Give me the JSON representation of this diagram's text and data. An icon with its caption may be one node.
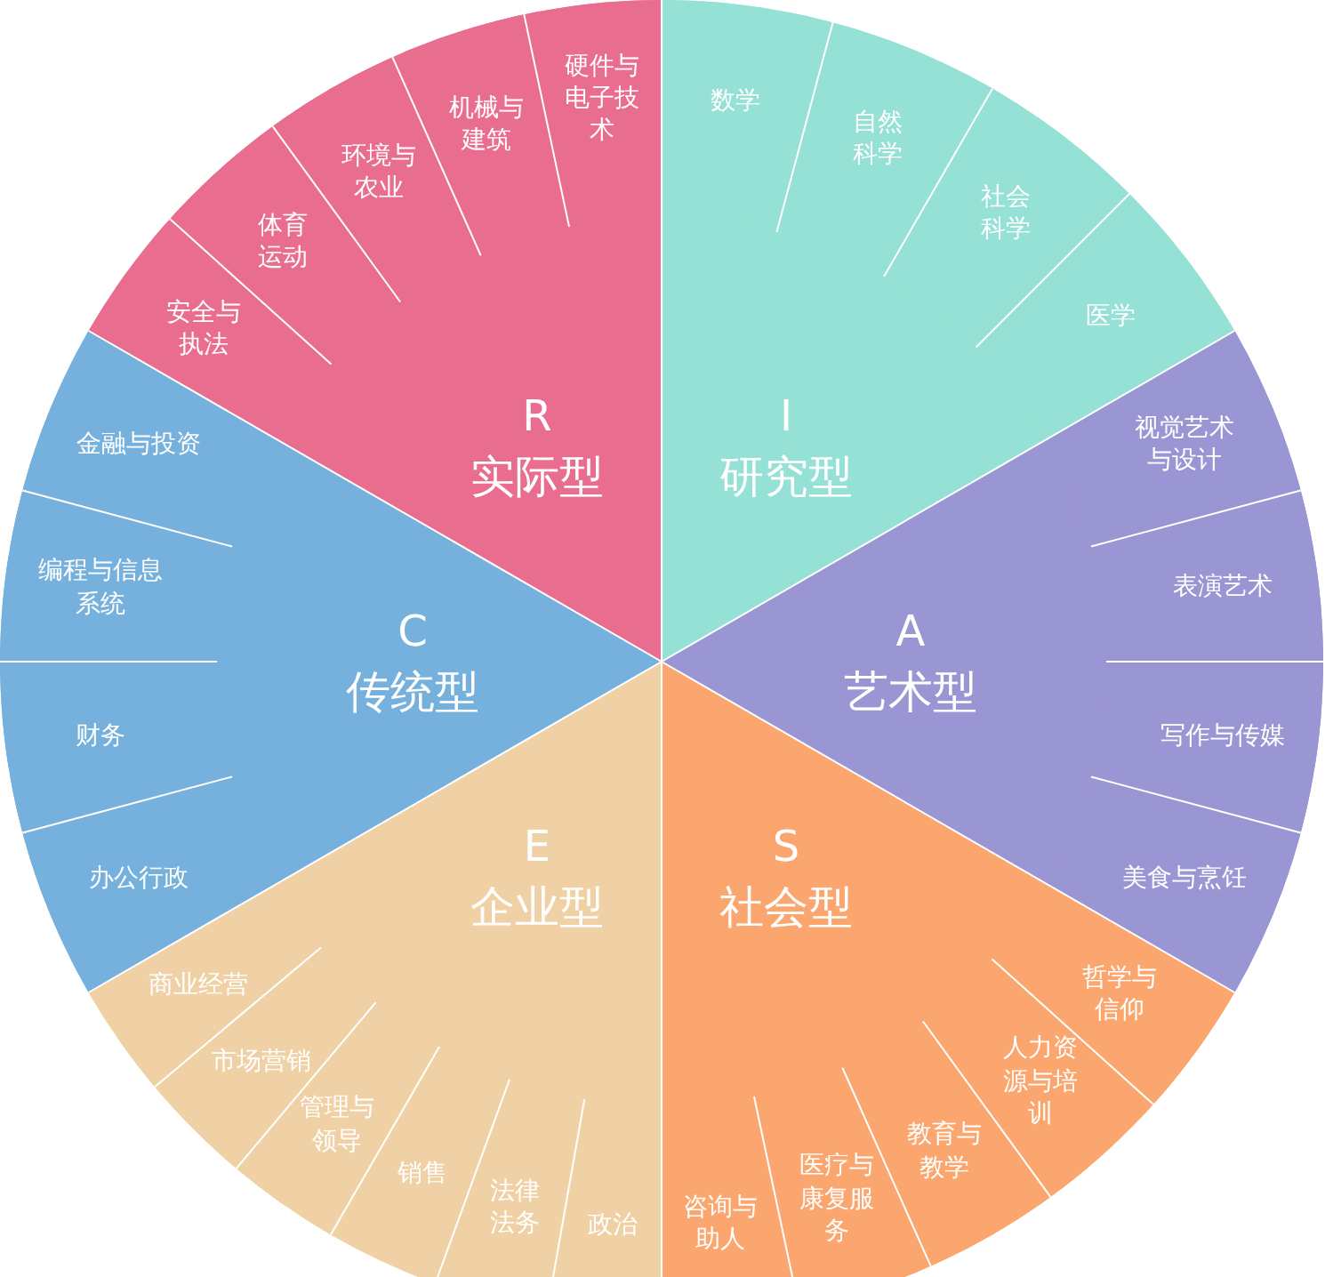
{
  "diagram": {
    "nodes": [
      {
        "text": [
          "R",
          "实际型"
        ]
      },
      {
        "text": [
          "安全与执法"
        ],
        "in": 0
      },
      {
        "text": [
          "体育运动"
        ],
        "in": 0
      },
      {
        "text": [
          "环境与农业"
        ],
        "in": 0
      },
      {
        "text": [
          "机械与建筑"
        ],
        "in": 0
      },
      {
        "text": [
          "硬件与电子技术"
        ],
        "in": 0
      },
      {
        "text": [
          "I",
          "研究型"
        ]
      },
      {
        "text": [
          "数学"
        ],
        "in": 6
      },
      {
        "text": [
          "自然科学"
        ],
        "in": 6
      },
      {
        "text": [
          "社会科学"
        ],
        "in": 6
      },
      {
        "text": [
          "医学"
        ],
        "in": 6
      },
      {
        "text": [
          "A",
          "艺术型"
        ]
      },
      {
        "text": [
          "视觉艺术与设计"
        ],
        "in": 11
      },
      {
        "text": [
          "表演艺术"
        ],
        "in": 11
      },
      {
        "text": [
          "写作与传媒"
        ],
        "in": 11
      },
      {
        "text": [
          "美食与烹饪"
        ],
        "in": 11
      },
      {
        "text": [
          "S",
          "社会型"
        ]
      },
      {
        "text": [
          "哲学与信仰"
        ],
        "in": 16
      },
      {
        "text": [
          "人力资源与培训"
        ],
        "in": 16
      },
      {
        "text": [
          "教育与教学"
        ],
        "in": 16
      },
      {
        "text": [
          "医疗与康复服务"
        ],
        "in": 16
      },
      {
        "text": [
          "咨询与助人"
        ],
        "in": 16
      },
      {
        "text": [
          "E",
          "企业型"
        ]
      },
      {
        "text": [
          "政治"
        ],
        "in": 22
      },
      {
        "text": [
          "法律法务"
        ],
        "in": 22
      },
      {
        "text": [
          "销售"
        ],
        "in": 22
      },
      {
        "text": [
          "管理与领导"
        ],
        "in": 22
      },
      {
        "text": [
          "市场营销"
        ],
        "in": 22
      },
      {
        "text": [
          "商业经营"
        ],
        "in": 22
      },
      {
        "text": [
          "C",
          "传统型"
        ]
      },
      {
        "text": [
          "办公行政"
        ],
        "in": 29
      },
      {
        "text": [
          "财务"
        ],
        "in": 29
      },
      {
        "text": [
          "编程与信息系统"
        ],
        "in": 29
      },
      {
        "text": [
          "金融与投资"
        ],
        "in": 29
      }
    ]
  }
}
